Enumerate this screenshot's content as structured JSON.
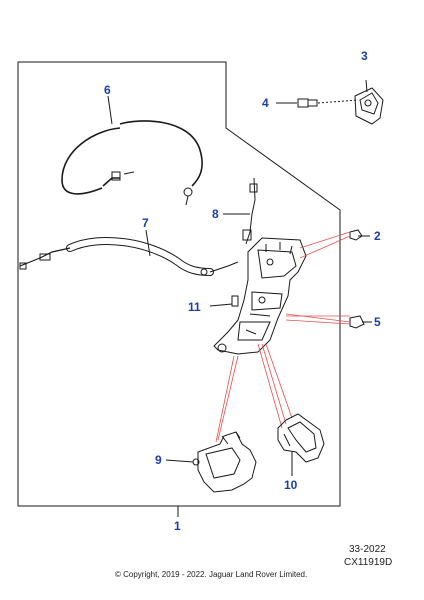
{
  "callouts": {
    "c1": "1",
    "c2": "2",
    "c3": "3",
    "c4": "4",
    "c5": "5",
    "c6": "6",
    "c7": "7",
    "c8": "8",
    "c9": "9",
    "c10": "10",
    "c11": "11"
  },
  "meta": {
    "code": "33-2022",
    "ref": "CX11919D"
  },
  "copyright": "© Copyright, 2019 - 2022. Jaguar Land Rover Limited.",
  "colors": {
    "callout": "#1a3fa8",
    "leader_red": "#e05050",
    "line": "#1a1a1a"
  }
}
